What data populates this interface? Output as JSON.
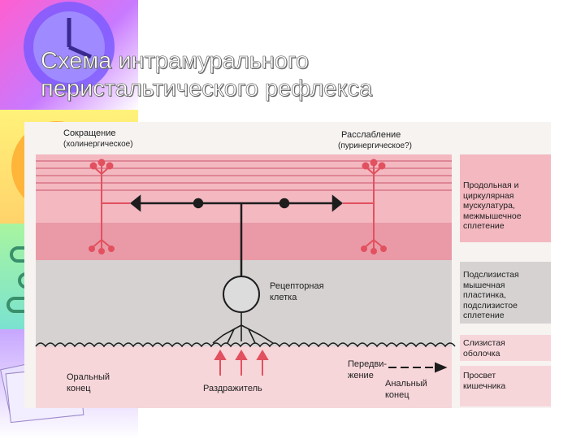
{
  "slide": {
    "title_line1": "Схема интрамурального",
    "title_line2": "перистальтического рефлекса"
  },
  "diagram": {
    "contraction": "Сокращение",
    "contraction_type": "(холинергическое)",
    "relaxation": "Расслабление",
    "relaxation_type": "(пуринергическое?)",
    "receptor_line1": "Рецепторная",
    "receptor_line2": "клетка",
    "oral_line1": "Оральный",
    "oral_line2": "конец",
    "stimulus": "Раздражитель",
    "movement_line1": "Передви-",
    "movement_line2": "жение",
    "anal_line1": "Анальный",
    "anal_line2": "конец"
  },
  "layers": {
    "muscle": [
      "Продольная и",
      "циркулярная",
      "мускулатура,",
      "межмышечное",
      "сплетение"
    ],
    "submucosa": [
      "Подслизистая",
      "мышечная",
      "пластинка,",
      "подслизистое",
      "сплетение"
    ],
    "mucosa": [
      "Слизистая",
      "оболочка"
    ],
    "lumen": [
      "Просвет",
      "кишечника"
    ]
  },
  "colors": {
    "muscle_pink": "#f3b8c0",
    "plexus_pink": "#e99aa6",
    "submucosa_grey": "#d6d2d2",
    "mucosa_pink": "#f7d6da",
    "neuron_red": "#e2515f",
    "neuron_dark": "#1d1d1d"
  }
}
